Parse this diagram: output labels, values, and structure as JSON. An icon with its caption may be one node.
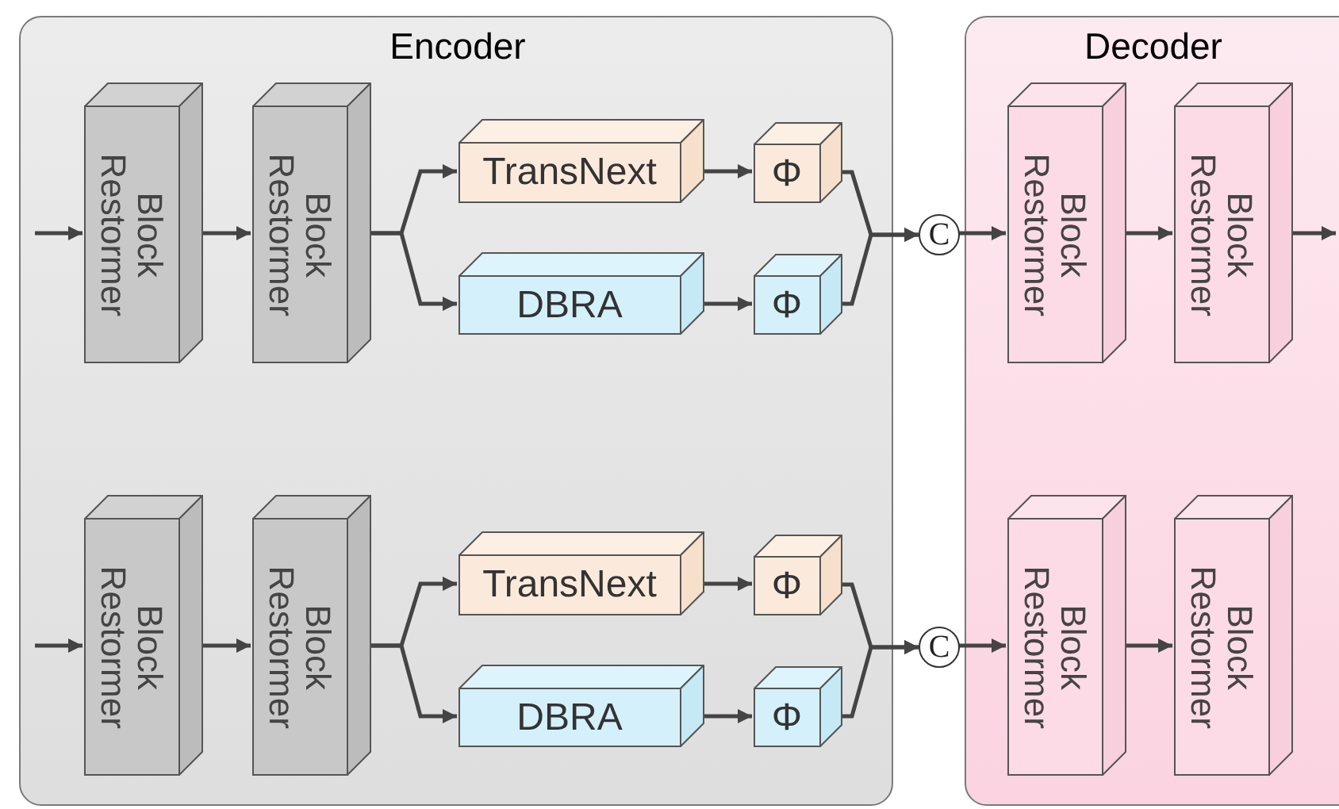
{
  "diagram": {
    "nodes": [
      {
        "text": [
          "Encoder"
        ]
      },
      {
        "text": [
          "Decoder"
        ]
      },
      {
        "text": [
          "Block Restormer"
        ],
        "in": 0
      },
      {
        "text": [
          "Block Restormer"
        ],
        "in": 0
      },
      {
        "text": [
          "TransNext"
        ],
        "in": 0
      },
      {
        "text": [
          "DBRA"
        ],
        "in": 0
      },
      {
        "text": [
          "Φ"
        ],
        "in": 0
      },
      {
        "text": [
          "Φ"
        ],
        "in": 0
      },
      {
        "text": [
          "C"
        ]
      },
      {
        "text": [
          "Block Restormer"
        ],
        "in": 1
      },
      {
        "text": [
          "Block Restormer"
        ],
        "in": 1
      },
      {
        "text": [
          "Block Restormer"
        ],
        "in": 0
      },
      {
        "text": [
          "Block Restormer"
        ],
        "in": 0
      },
      {
        "text": [
          "TransNext"
        ],
        "in": 0
      },
      {
        "text": [
          "DBRA"
        ],
        "in": 0
      },
      {
        "text": [
          "Φ"
        ],
        "in": 0
      },
      {
        "text": [
          "Φ"
        ],
        "in": 0
      },
      {
        "text": [
          "C"
        ]
      },
      {
        "text": [
          "Block Restormer"
        ],
        "in": 1
      },
      {
        "text": [
          "Block Restormer"
        ],
        "in": 1
      }
    ],
    "edges": [
      {
        "from": null,
        "to": 2,
        "arrow": "to"
      },
      {
        "from": 2,
        "to": 3,
        "arrow": "to"
      },
      {
        "from": 3,
        "to": 4,
        "arrow": "to"
      },
      {
        "from": 3,
        "to": 5,
        "arrow": "to"
      },
      {
        "from": 4,
        "to": 6,
        "arrow": "to"
      },
      {
        "from": 5,
        "to": 7,
        "arrow": "to"
      },
      {
        "from": 6,
        "to": 8,
        "arrow": "to"
      },
      {
        "from": 7,
        "to": 8,
        "arrow": "to"
      },
      {
        "from": 8,
        "to": 9,
        "arrow": "to"
      },
      {
        "from": 9,
        "to": 10,
        "arrow": "to"
      },
      {
        "from": 10,
        "to": null,
        "arrow": "to"
      },
      {
        "from": null,
        "to": 11,
        "arrow": "to"
      },
      {
        "from": 11,
        "to": 12,
        "arrow": "to"
      },
      {
        "from": 12,
        "to": 13,
        "arrow": "to"
      },
      {
        "from": 12,
        "to": 14,
        "arrow": "to"
      },
      {
        "from": 13,
        "to": 15,
        "arrow": "to"
      },
      {
        "from": 14,
        "to": 16,
        "arrow": "to"
      },
      {
        "from": 15,
        "to": 17,
        "arrow": "to"
      },
      {
        "from": 16,
        "to": 17,
        "arrow": "to"
      },
      {
        "from": 17,
        "to": 18,
        "arrow": "to"
      },
      {
        "from": 18,
        "to": 19,
        "arrow": "to"
      }
    ]
  }
}
